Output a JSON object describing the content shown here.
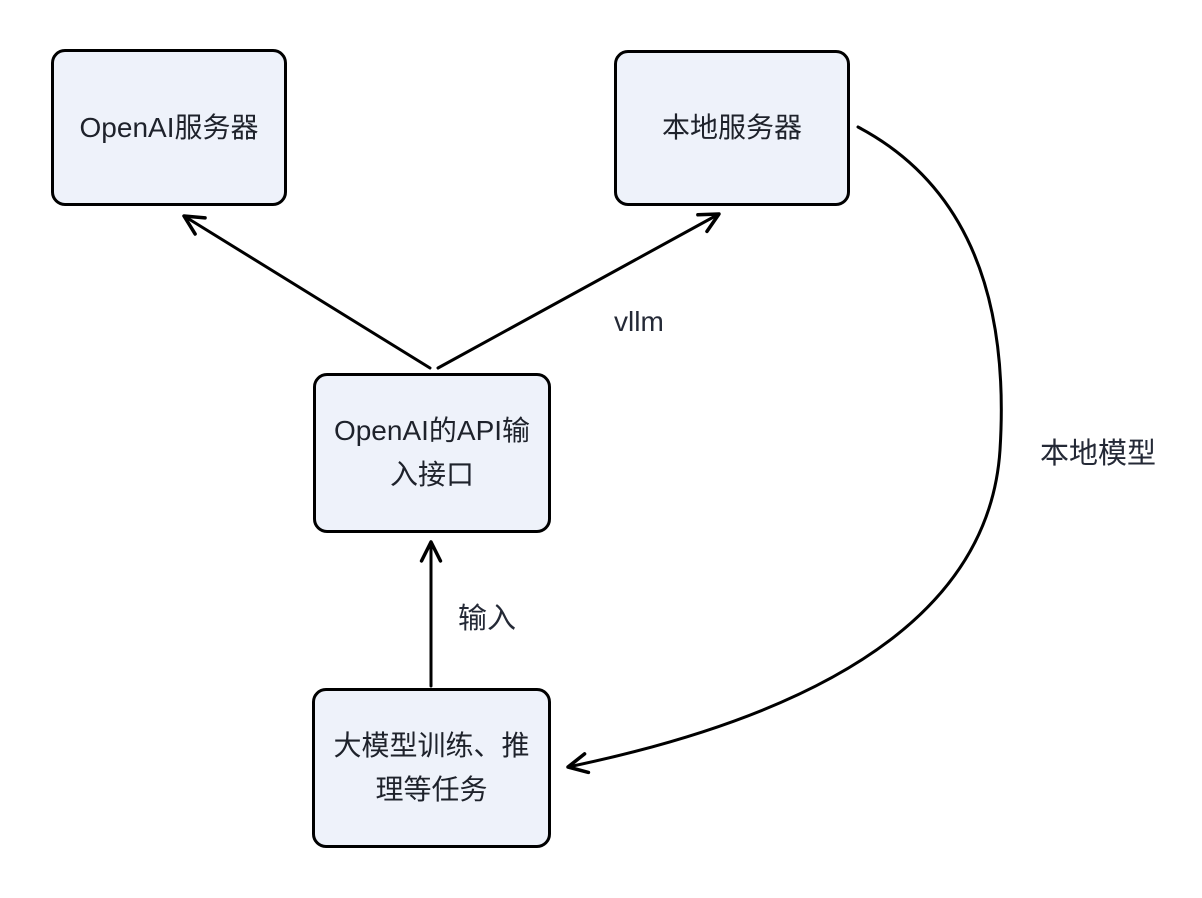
{
  "diagram": {
    "background_color": "#ffffff",
    "node_fill_color": "#eef2fa",
    "node_border_color": "#000000",
    "text_color": "#1e222b",
    "nodes": [
      {
        "id": "openai-server",
        "label": "OpenAI服务器"
      },
      {
        "id": "local-server",
        "label": "本地服务器"
      },
      {
        "id": "api-interface",
        "label": "OpenAI的API输入接口"
      },
      {
        "id": "llm-tasks",
        "label": "大模型训练、推理等任务"
      }
    ],
    "edges": [
      {
        "from": "api-interface",
        "to": "openai-server",
        "label": ""
      },
      {
        "from": "api-interface",
        "to": "local-server",
        "label": "vllm"
      },
      {
        "from": "llm-tasks",
        "to": "api-interface",
        "label": "输入"
      },
      {
        "from": "local-server",
        "to": "llm-tasks",
        "label": "本地模型"
      }
    ]
  }
}
